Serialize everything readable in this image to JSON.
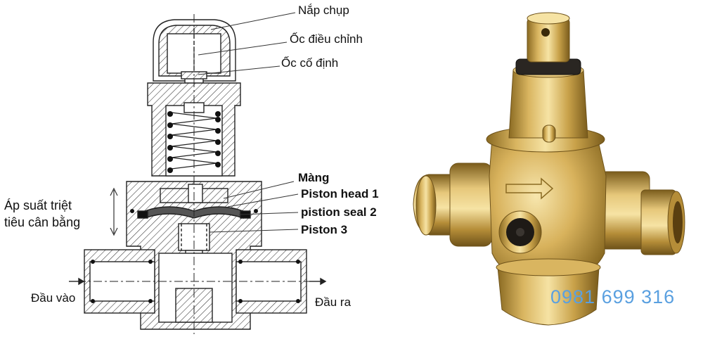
{
  "labels": {
    "nap_chup": "Nắp chụp",
    "oc_dieu_chinh": "Ốc điều chỉnh",
    "oc_co_dinh": "Ốc cố định",
    "mang": "Màng",
    "piston_head": "Piston head 1",
    "piston_seal": "pistion seal 2",
    "piston_3": "Piston 3",
    "ap_suat_line1": "Áp suất triệt",
    "ap_suat_line2": "tiêu cân bằng",
    "dau_vao": "Đầu vào",
    "dau_ra": "Đầu ra"
  },
  "phone": "0981 699 316",
  "colors": {
    "phone": "#5aa0e0",
    "brass_light": "#f0d58a",
    "brass": "#c9a24a",
    "brass_dark": "#8a6a22",
    "hatch": "#222222"
  }
}
